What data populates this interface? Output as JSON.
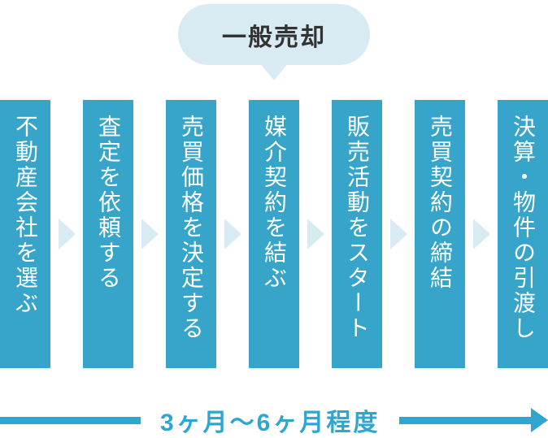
{
  "bubble": {
    "label": "一般売却"
  },
  "steps": [
    {
      "label": "不動産会社を選ぶ"
    },
    {
      "label": "査定を依頼する"
    },
    {
      "label": "売買価格を決定する"
    },
    {
      "label": "媒介契約を結ぶ"
    },
    {
      "label": "販売活動をスタート"
    },
    {
      "label": "売買契約の締結"
    },
    {
      "label": "決算・物件の引渡し"
    }
  ],
  "timeline": {
    "label": "3ヶ月〜6ヶ月程度"
  },
  "colors": {
    "bar": "#36A5C9",
    "accent": "#2EA6D0",
    "light_blue": "#D9EBF2",
    "bubble_text": "#333333",
    "step_text": "#FFFFFF",
    "background": "#FFFFFF"
  }
}
